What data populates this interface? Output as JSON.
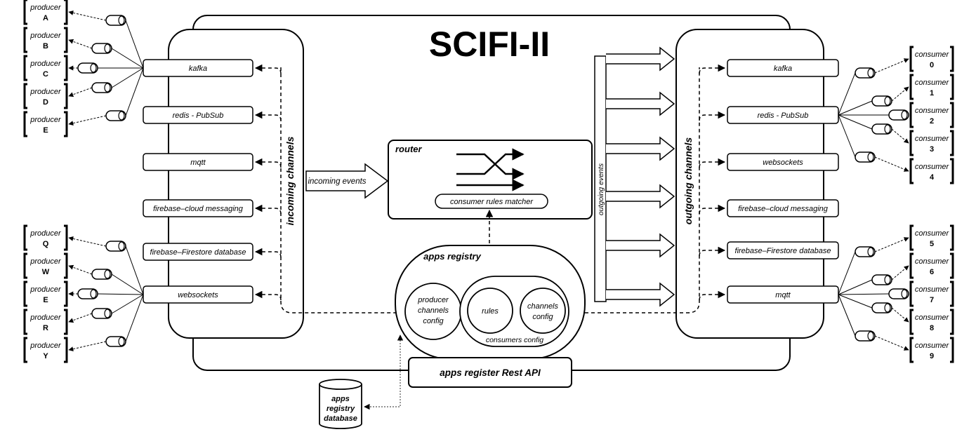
{
  "title": "SCIFI-II",
  "incoming_channels_label": "incoming channels",
  "outgoing_channels_label": "outgoing channels",
  "incoming_events_label": "incoming events",
  "outgoing_events_label": "outgoing events",
  "router": {
    "title": "router",
    "matcher": "consumer rules matcher"
  },
  "apps_registry": {
    "title": "apps registry",
    "producer_config": [
      "producer",
      "channels",
      "config"
    ],
    "rules": "rules",
    "channels_config": [
      "channels",
      "config"
    ],
    "consumers_config": "consumers config"
  },
  "rest_api": "apps register Rest API",
  "database": [
    "apps",
    "registry",
    "database"
  ],
  "incoming": [
    "kafka",
    "redis - PubSub",
    "mqtt",
    "firebase–cloud messaging",
    "firebase–Firestore database",
    "websockets"
  ],
  "outgoing": [
    "kafka",
    "redis - PubSub",
    "websockets",
    "firebase–cloud messaging",
    "firebase–Firestore database",
    "mqtt"
  ],
  "producer_word": "producer",
  "consumer_word": "consumer",
  "producers_top": [
    "A",
    "B",
    "C",
    "D",
    "E"
  ],
  "producers_bottom": [
    "Q",
    "W",
    "E",
    "R",
    "Y"
  ],
  "consumers_top": [
    "0",
    "1",
    "2",
    "3",
    "4"
  ],
  "consumers_bottom": [
    "5",
    "6",
    "7",
    "8",
    "9"
  ]
}
